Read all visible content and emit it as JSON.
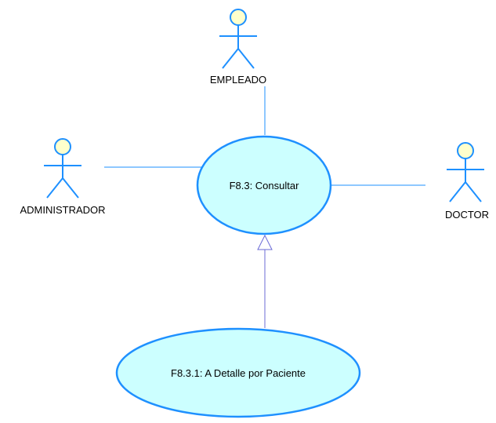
{
  "diagram": {
    "type": "use-case",
    "actors": [
      {
        "id": "empleado",
        "label": "EMPLEADO"
      },
      {
        "id": "administrador",
        "label": "ADMINISTRADOR"
      },
      {
        "id": "doctor",
        "label": "DOCTOR"
      }
    ],
    "use_cases": [
      {
        "id": "consultar",
        "label": "F8.3: Consultar"
      },
      {
        "id": "detalle",
        "label": "F8.3.1: A Detalle por Paciente"
      }
    ],
    "associations": [
      {
        "from": "empleado",
        "to": "consultar"
      },
      {
        "from": "administrador",
        "to": "consultar"
      },
      {
        "from": "doctor",
        "to": "consultar"
      }
    ],
    "generalizations": [
      {
        "child": "detalle",
        "parent": "consultar"
      }
    ],
    "colors": {
      "actor_head_fill": "#ffffcc",
      "shape_stroke": "#1e90ff",
      "use_case_fill": "#ccffff",
      "association_line": "#1e90ff",
      "generalization_line": "#6b6bd6",
      "text": "#000000"
    }
  }
}
